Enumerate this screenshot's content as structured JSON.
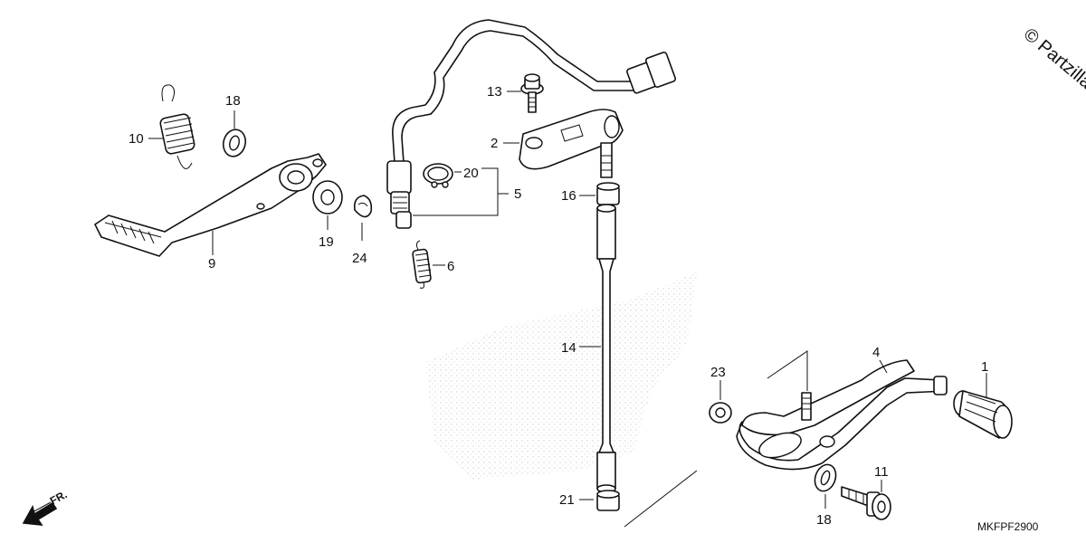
{
  "callouts": {
    "c1": "1",
    "c2": "2",
    "c4": "4",
    "c5": "5",
    "c6": "6",
    "c9": "9",
    "c10": "10",
    "c11": "11",
    "c13": "13",
    "c14": "14",
    "c16": "16",
    "c18a": "18",
    "c18b": "18",
    "c19": "19",
    "c20": "20",
    "c21": "21",
    "c23": "23",
    "c24": "24"
  },
  "direction_label": "FR.",
  "diagram_code": "MKFPF2900",
  "watermark": "© Partzilla"
}
